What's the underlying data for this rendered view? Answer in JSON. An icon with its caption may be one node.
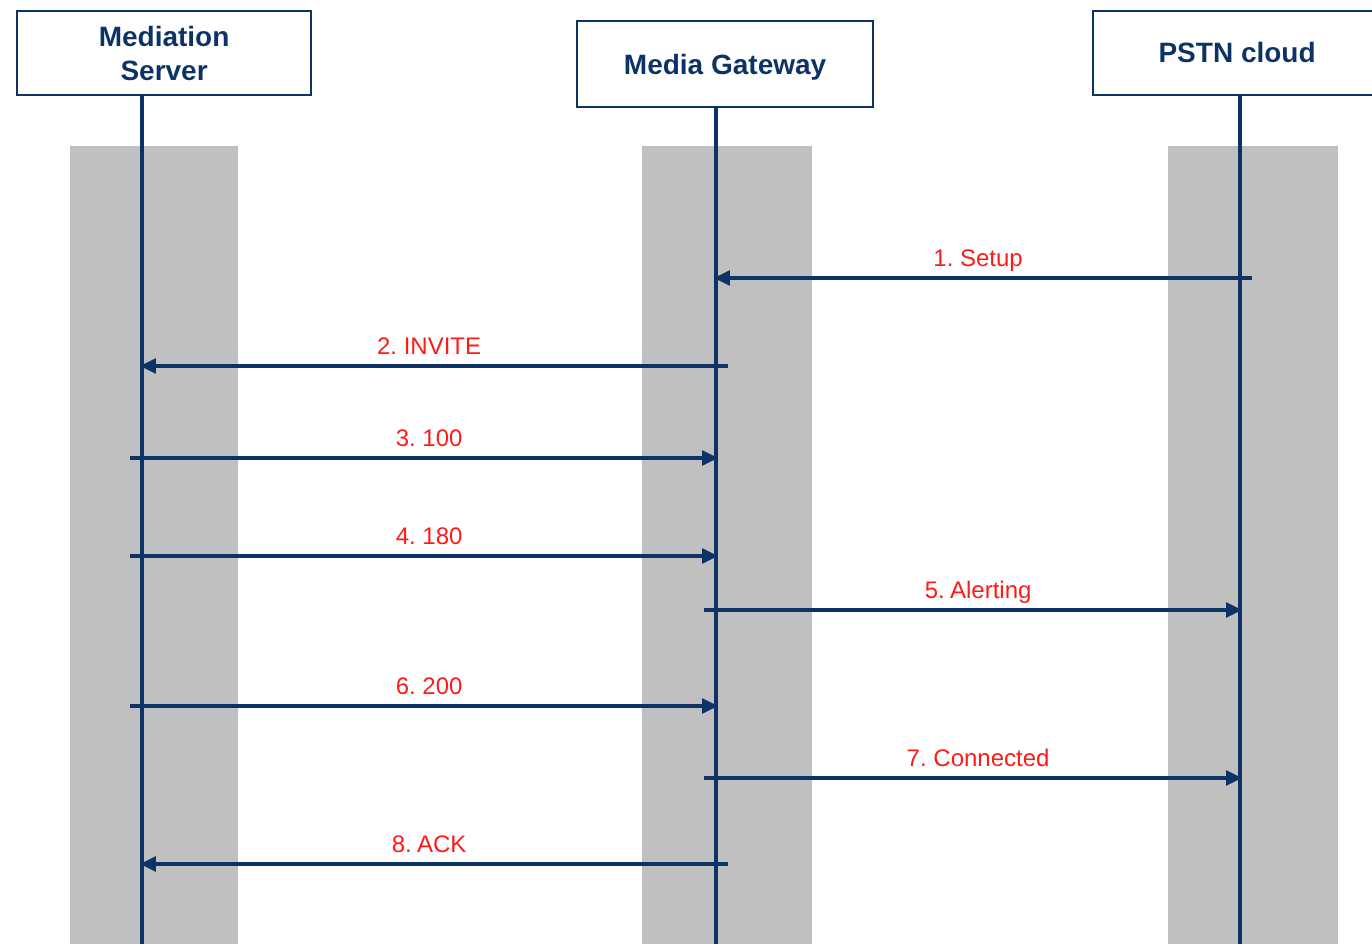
{
  "diagram": {
    "nodes": [
      {
        "text": [
          "Mediation Server"
        ]
      },
      {
        "text": [
          "Media Gateway"
        ]
      },
      {
        "text": [
          "PSTN cloud"
        ]
      }
    ],
    "edges": [
      {
        "from": 2,
        "to": 1,
        "arrow": "to",
        "label": "1.  Setup"
      },
      {
        "from": 1,
        "to": 0,
        "arrow": "to",
        "label": "2.  INVITE"
      },
      {
        "from": 0,
        "to": 1,
        "arrow": "to",
        "label": "3. 100"
      },
      {
        "from": 0,
        "to": 1,
        "arrow": "to",
        "label": "4. 180"
      },
      {
        "from": 1,
        "to": 2,
        "arrow": "to",
        "label": "5. Alerting"
      },
      {
        "from": 0,
        "to": 1,
        "arrow": "to",
        "label": "6. 200"
      },
      {
        "from": 1,
        "to": 2,
        "arrow": "to",
        "label": "7. Connected"
      },
      {
        "from": 1,
        "to": 0,
        "arrow": "to",
        "label": "8. ACK"
      }
    ]
  }
}
